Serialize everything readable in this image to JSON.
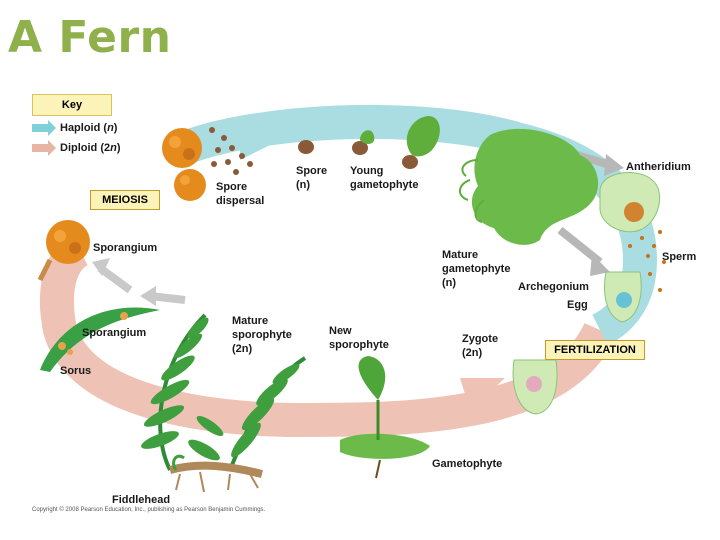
{
  "title": "A Fern",
  "key": {
    "heading": "Key",
    "haploid": {
      "text": "Haploid (",
      "ploidy": "n",
      "close": ")",
      "color": "#7fd0d8"
    },
    "diploid": {
      "text": "Diploid (2",
      "ploidy": "n",
      "close": ")",
      "color": "#e8b4a4"
    }
  },
  "labels": {
    "meiosis": "MEIOSIS",
    "spore_dispersal_1": "Spore",
    "spore_dispersal_2": "dispersal",
    "spore_1": "Spore",
    "spore_2": "(n)",
    "young_gametophyte_1": "Young",
    "young_gametophyte_2": "gametophyte",
    "antheridium": "Antheridium",
    "sperm": "Sperm",
    "mature_gametophyte_1": "Mature",
    "mature_gametophyte_2": "gametophyte",
    "mature_gametophyte_3": "(n)",
    "archegonium": "Archegonium",
    "egg": "Egg",
    "fertilization": "FERTILIZATION",
    "zygote_1": "Zygote",
    "zygote_2": "(2n)",
    "new_sporophyte_1": "New",
    "new_sporophyte_2": "sporophyte",
    "gametophyte": "Gametophyte",
    "mature_sporophyte_1": "Mature",
    "mature_sporophyte_2": "sporophyte",
    "mature_sporophyte_3": "(2n)",
    "sporangium_top": "Sporangium",
    "sporangium_left": "Sporangium",
    "sorus": "Sorus",
    "fiddlehead": "Fiddlehead"
  },
  "copyright": "Copyright © 2008 Pearson Education, Inc., publishing as Pearson Benjamin Cummings."
}
